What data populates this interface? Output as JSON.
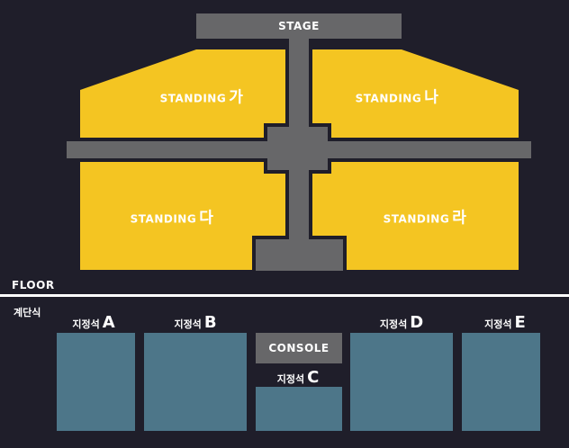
{
  "stage": {
    "label": "STAGE"
  },
  "standing": [
    {
      "id": "ga",
      "prefix": "STANDING",
      "suffix": "가"
    },
    {
      "id": "na",
      "prefix": "STANDING",
      "suffix": "나"
    },
    {
      "id": "da",
      "prefix": "STANDING",
      "suffix": "다"
    },
    {
      "id": "ra",
      "prefix": "STANDING",
      "suffix": "라"
    }
  ],
  "floor": {
    "label": "FLOOR"
  },
  "tier": {
    "label": "계단식"
  },
  "console": {
    "label": "CONSOLE"
  },
  "seats": [
    {
      "id": "a",
      "prefix": "지정석",
      "letter": "A"
    },
    {
      "id": "b",
      "prefix": "지정석",
      "letter": "B"
    },
    {
      "id": "c",
      "prefix": "지정석",
      "letter": "C"
    },
    {
      "id": "d",
      "prefix": "지정석",
      "letter": "D"
    },
    {
      "id": "e",
      "prefix": "지정석",
      "letter": "E"
    }
  ],
  "colors": {
    "background": "#1f1e2a",
    "standing": "#f4c522",
    "walkway": "#676769",
    "seat": "#4d7689",
    "console": "#676769",
    "text": "#ffffff"
  }
}
